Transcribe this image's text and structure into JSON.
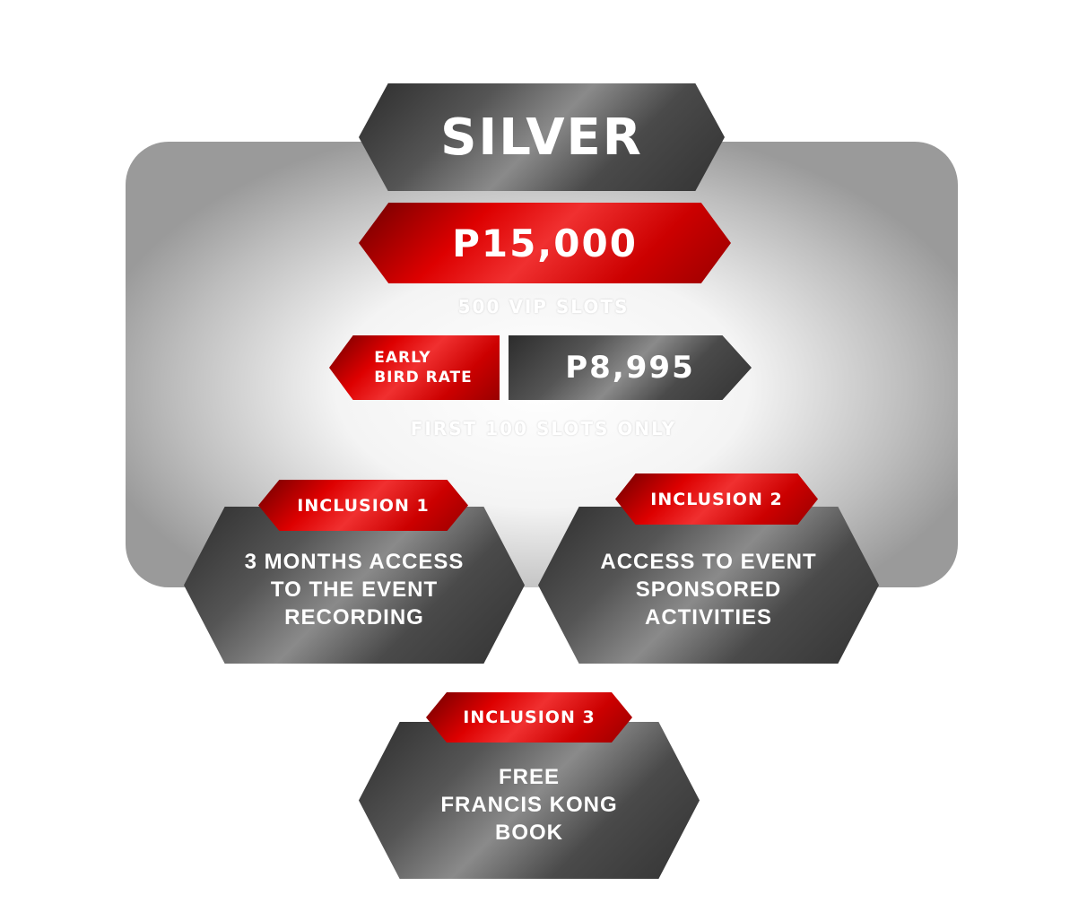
{
  "tier": "SILVER",
  "price": "P15,000",
  "vip_slots": "500 VIP SLOTS",
  "early_bird": {
    "label_line1": "EARLY",
    "label_line2": "BIRD RATE",
    "price": "P8,995"
  },
  "early_bird_note": "FIRST 100 SLOTS ONLY",
  "inclusions": [
    {
      "tab": "INCLUSION 1",
      "lines": [
        "3 MONTHS ACCESS",
        "TO THE EVENT",
        "RECORDING"
      ]
    },
    {
      "tab": "INCLUSION 2",
      "lines": [
        "ACCESS TO EVENT",
        "SPONSORED",
        "ACTIVITIES"
      ]
    },
    {
      "tab": "INCLUSION 3",
      "lines": [
        "FREE",
        "FRANCIS KONG",
        "BOOK"
      ]
    }
  ],
  "colors": {
    "red": "#e00000",
    "gray": "#4a4a4a"
  }
}
